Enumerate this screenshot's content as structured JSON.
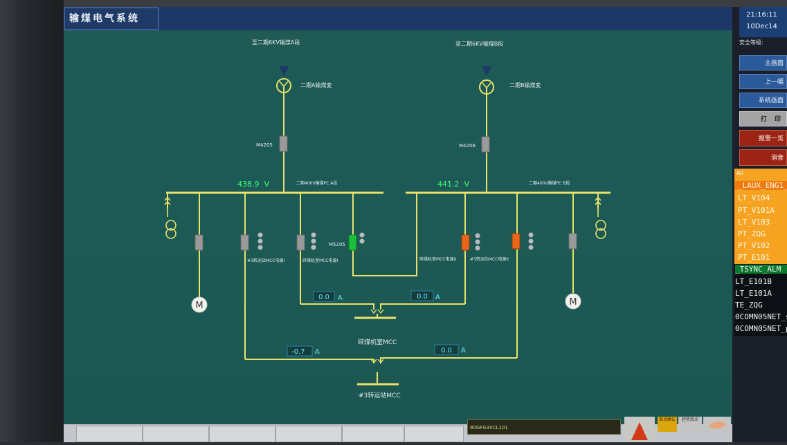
{
  "window": {
    "title": "输煤电气系统（二）"
  },
  "clock": {
    "time": "21:16:11",
    "date": "10Dec14"
  },
  "side": {
    "safety_label": "安全等级:",
    "nav": [
      "主画面",
      "上一幅",
      "系统画面",
      "打 印",
      "报警一览",
      "消音"
    ],
    "alarm_header": "All",
    "alarms": [
      "_LAUX_ENG1_",
      "LT_V104",
      "PT_V101A",
      "LT_V103",
      "PT_ZQG",
      "PT_V102",
      "PT_E101"
    ],
    "lower": [
      "_TSYNC_ALM",
      "LT_E101B",
      "LT_E101A",
      "TE_ZQG",
      "0COMN05NET_s",
      "0COMN05NET_p"
    ]
  },
  "diagram": {
    "source_a": "至二期6KV输煤A段",
    "source_b": "至二期6KV输煤B段",
    "transformer_a": "二期A输煤变",
    "transformer_b": "二期B输煤变",
    "breaker_a": "M4205",
    "breaker_b": "M4206",
    "bus_a": "二期400V输煤PC A段",
    "bus_b": "二期400V输煤PC B段",
    "voltage_a": "438.9  V",
    "voltage_b": "441.2  V",
    "tie_breaker": "M5205",
    "feeder_1": "#3转运站MCC电源I",
    "feeder_2": "碎煤机室MCC电源I",
    "feeder_3": "碎煤机室MCC电源II",
    "feeder_4": "#3转运站MCC电源II",
    "current_1": "0.0",
    "current_2": "0.0",
    "current_3": "-0.7",
    "current_4": "0.0",
    "unit_a": "A",
    "mcc_1": "碎煤机室MCC",
    "mcc_2": "#3转运站MCC",
    "motor": "M"
  },
  "status": {
    "code": "80GFG30CL101"
  },
  "corner": {
    "btn1": "单点确认",
    "btn2": "趋势观点"
  },
  "colors": {
    "canvas": "#1e5a55",
    "line": "#e8e26a",
    "green_breaker": "#19c03a",
    "orange_breaker": "#e8661a",
    "gray_breaker": "#9a9a9a",
    "value_green": "#3cff7a",
    "value_cyan": "#6fe0ff"
  }
}
